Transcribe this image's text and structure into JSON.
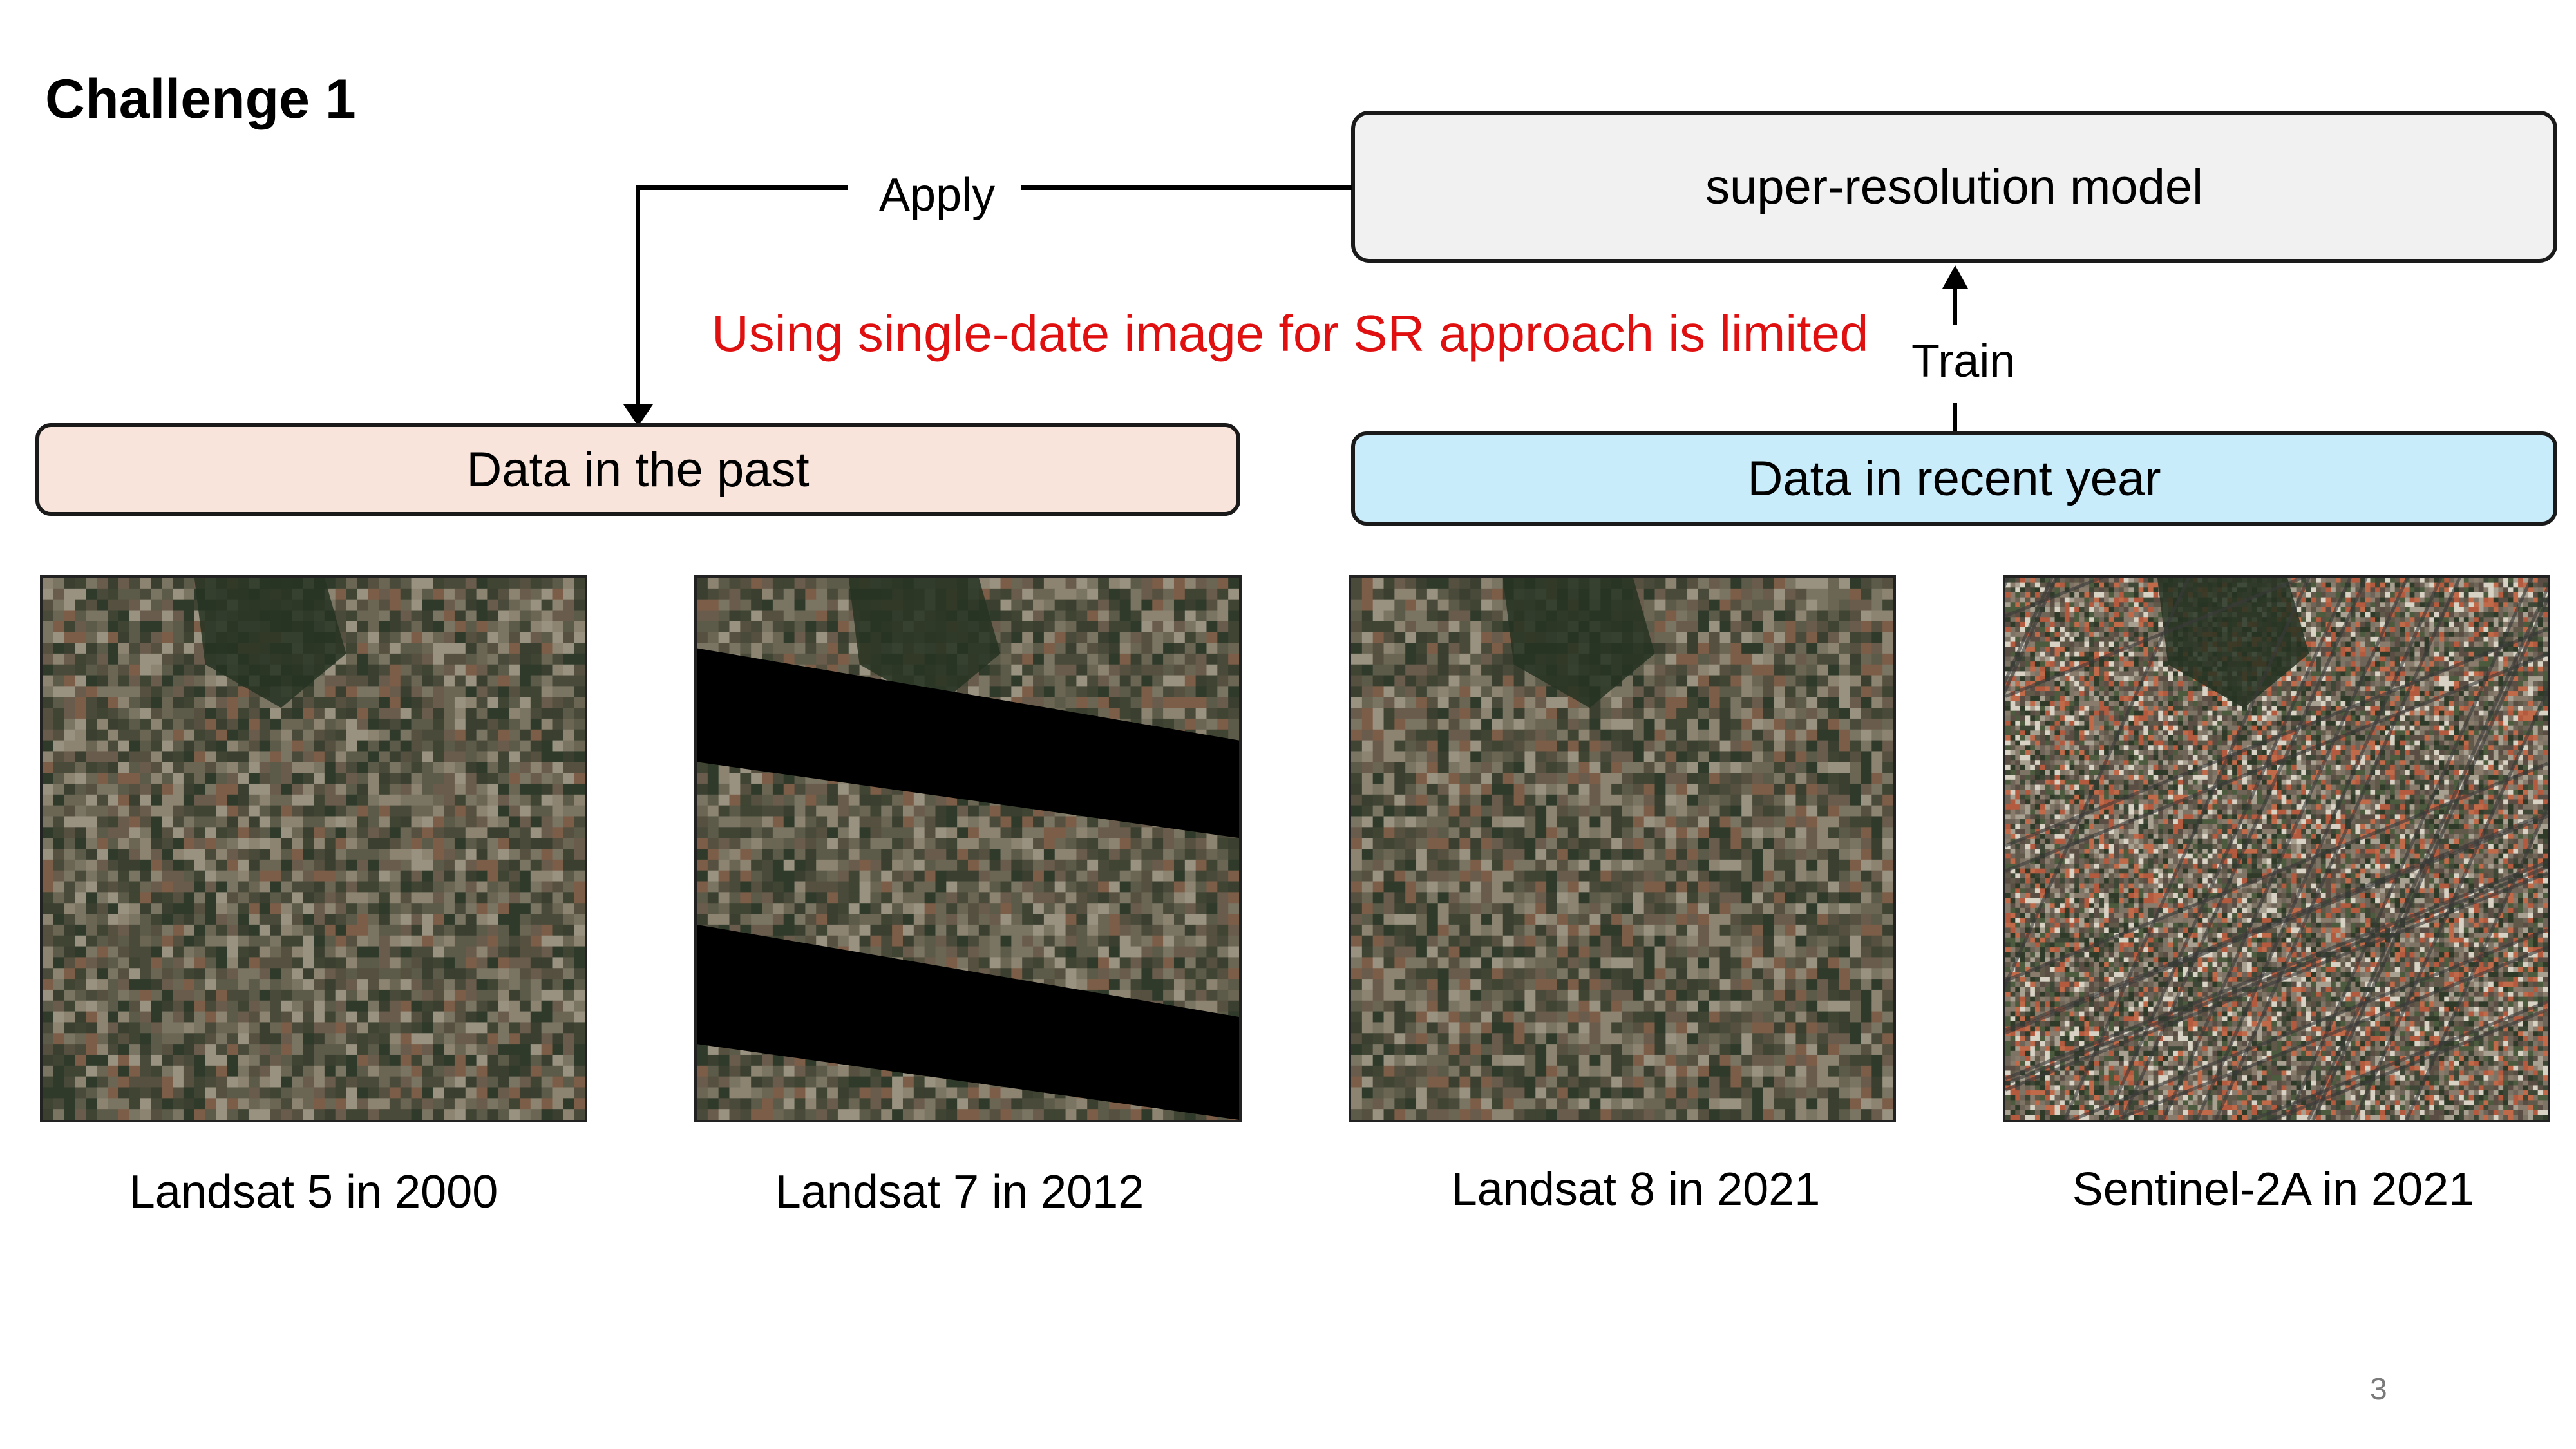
{
  "slide": {
    "title": "Challenge 1",
    "page_number": "3"
  },
  "model_box": {
    "label": "super-resolution model"
  },
  "past_box": {
    "label": "Data in the past"
  },
  "recent_box": {
    "label": "Data in recent year"
  },
  "arrows": {
    "apply_label": "Apply",
    "train_label": "Train"
  },
  "note": {
    "text": "Using single-date image for SR approach is limited",
    "color": "#e01010"
  },
  "images": [
    {
      "caption": "Landsat 5 in 2000"
    },
    {
      "caption": "Landsat 7 in 2012"
    },
    {
      "caption": "Landsat 8 in 2021"
    },
    {
      "caption": "Sentinel-2A in 2021"
    }
  ],
  "colors": {
    "past_box_fill": "#f8e4da",
    "recent_box_fill": "#c9ecfb",
    "model_box_fill": "#f1f1f1"
  }
}
